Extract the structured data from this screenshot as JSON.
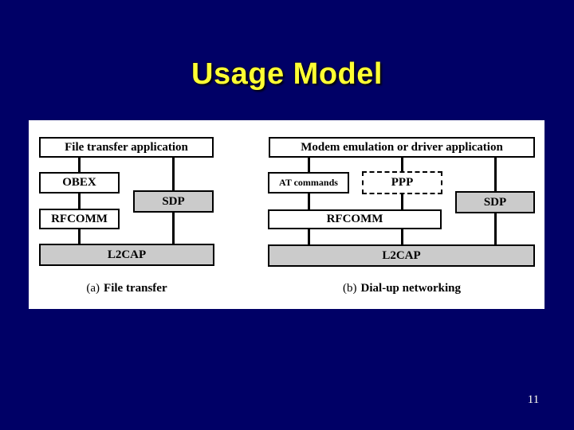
{
  "title": "Usage Model",
  "page_number": "11",
  "colors": {
    "background": "#000066",
    "title-color": "#ffff33",
    "panel": "#ffffff",
    "box-fill": "#ffffff",
    "box-gray": "#cbcbcb",
    "line-color": "#000000",
    "page-number-color": "#fffff0"
  },
  "figure": {
    "left": {
      "app": "File transfer application",
      "obex": "OBEX",
      "sdp": "SDP",
      "rfcomm": "RFCOMM",
      "l2cap": "L2CAP",
      "caption_prefix": "(a)",
      "caption": "File transfer"
    },
    "right": {
      "app": "Modem emulation or driver application",
      "at_commands": "AT commands",
      "ppp": "PPP",
      "sdp": "SDP",
      "rfcomm": "RFCOMM",
      "l2cap": "L2CAP",
      "caption_prefix": "(b)",
      "caption": "Dial-up networking"
    }
  }
}
